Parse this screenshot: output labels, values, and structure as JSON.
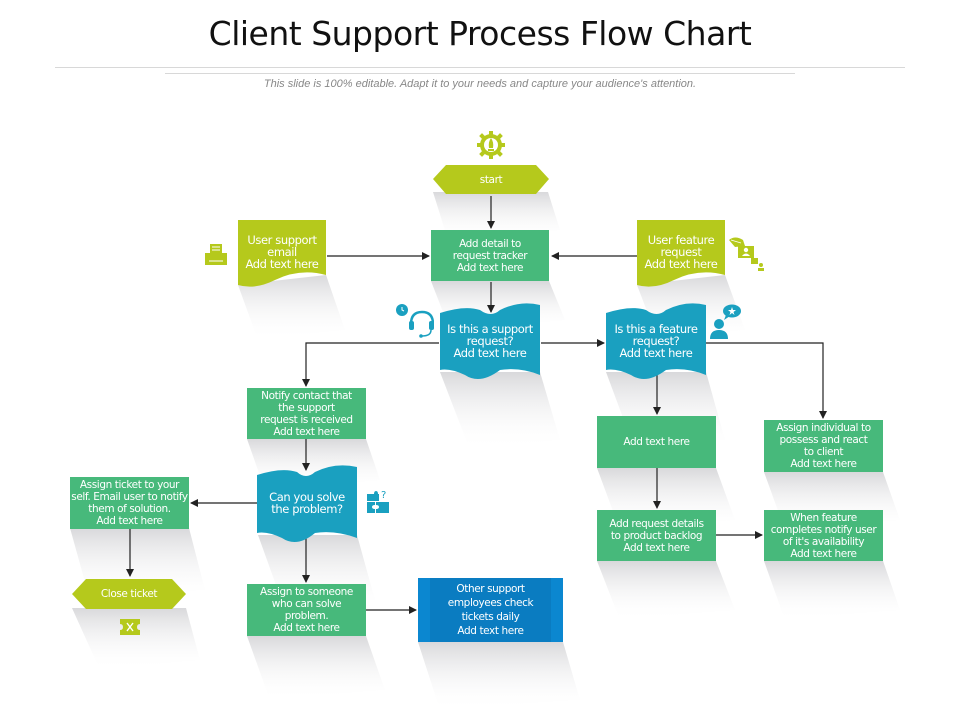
{
  "header": {
    "title": "Client Support Process Flow Chart",
    "subtitle": "This slide is 100% editable. Adapt it to your needs and capture your audience's attention."
  },
  "colors": {
    "lime": "#b5c91c",
    "green": "#47b97b",
    "teal": "#1aa0c0",
    "blue": "#0b87d0",
    "blue_dark": "#0a74b8",
    "arrow": "#222222"
  },
  "nodes": {
    "start": "start",
    "user_support_email": "User support\nemail\nAdd text here",
    "add_detail": "Add detail to\nrequest tracker\nAdd text here",
    "user_feature_request": "User feature\nrequest\nAdd text here",
    "is_support_request": "Is this a support\nrequest?\nAdd text here",
    "is_feature_request": "Is this a feature\nrequest?\nAdd text here",
    "notify_contact": "Notify contact that\nthe support\nrequest is received\nAdd text here",
    "can_you_solve": "Can you solve\nthe problem?",
    "assign_ticket_self": "Assign ticket to your\nself. Email user to notify\nthem of solution.\nAdd text here",
    "close_ticket": "Close ticket",
    "assign_someone": "Assign to someone\nwho can solve\nproblem.\nAdd text here",
    "other_support": "Other support\nemployees check\ntickets daily\nAdd text here",
    "feature_add_text": "Add text here",
    "assign_individual": "Assign individual to\npossess and react\nto client\nAdd text here",
    "add_request_backlog": "Add request details\nto product backlog\nAdd text here",
    "feature_completes": "When feature\ncompletes notify user\nof it's availability\nAdd text here"
  },
  "icons": {
    "start": "gear-rocket-icon",
    "email": "mail-inbox-icon",
    "feature": "hand-presentation-icon",
    "support": "headset-clock-icon",
    "user_idea": "user-idea-icon",
    "puzzle": "puzzle-question-icon",
    "ticket": "ticket-close-icon"
  }
}
